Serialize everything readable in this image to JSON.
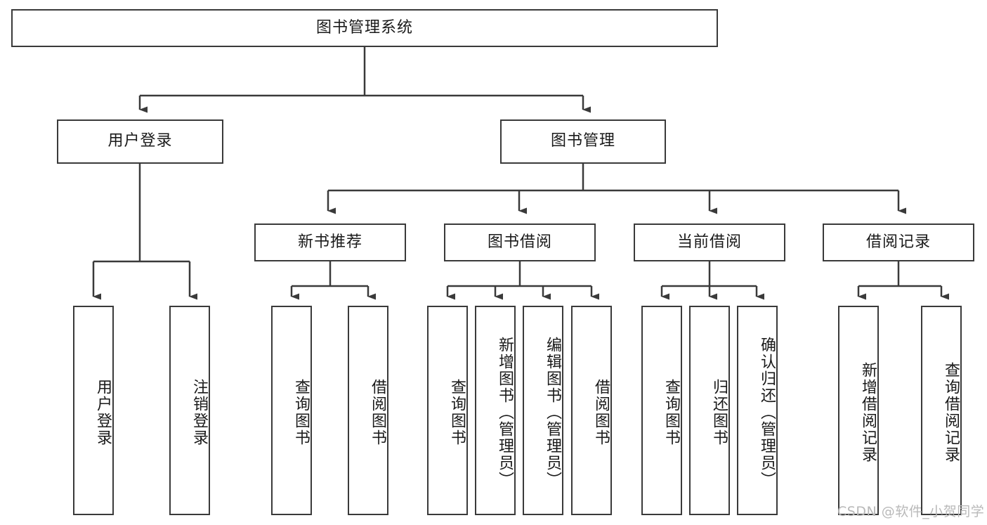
{
  "diagram": {
    "title": "图书管理系统",
    "root": {
      "label": "图书管理系统"
    },
    "level1": [
      {
        "label": "用户登录"
      },
      {
        "label": "图书管理"
      }
    ],
    "level2": [
      {
        "label": "新书推荐"
      },
      {
        "label": "图书借阅"
      },
      {
        "label": "当前借阅"
      },
      {
        "label": "借阅记录"
      }
    ],
    "leaves": {
      "user_login": [
        {
          "label": "用户登录"
        },
        {
          "label": "注销登录"
        }
      ],
      "new_book_recommend": [
        {
          "label": "查询图书"
        },
        {
          "label": "借阅图书"
        }
      ],
      "book_borrow": [
        {
          "label": "查询图书"
        },
        {
          "label": "新增图书（管理员）"
        },
        {
          "label": "编辑图书（管理员）"
        },
        {
          "label": "借阅图书"
        }
      ],
      "current_borrow": [
        {
          "label": "查询图书"
        },
        {
          "label": "归还图书"
        },
        {
          "label": "确认归还（管理员）"
        }
      ],
      "borrow_records": [
        {
          "label": "新增借阅记录"
        },
        {
          "label": "查询借阅记录"
        }
      ]
    }
  },
  "watermark": {
    "text": "CSDN @软件_小贺同学"
  },
  "colors": {
    "stroke": "#3a3a3a",
    "background": "#ffffff",
    "text": "#1a1a1a",
    "watermark": "#b9b9b9"
  }
}
